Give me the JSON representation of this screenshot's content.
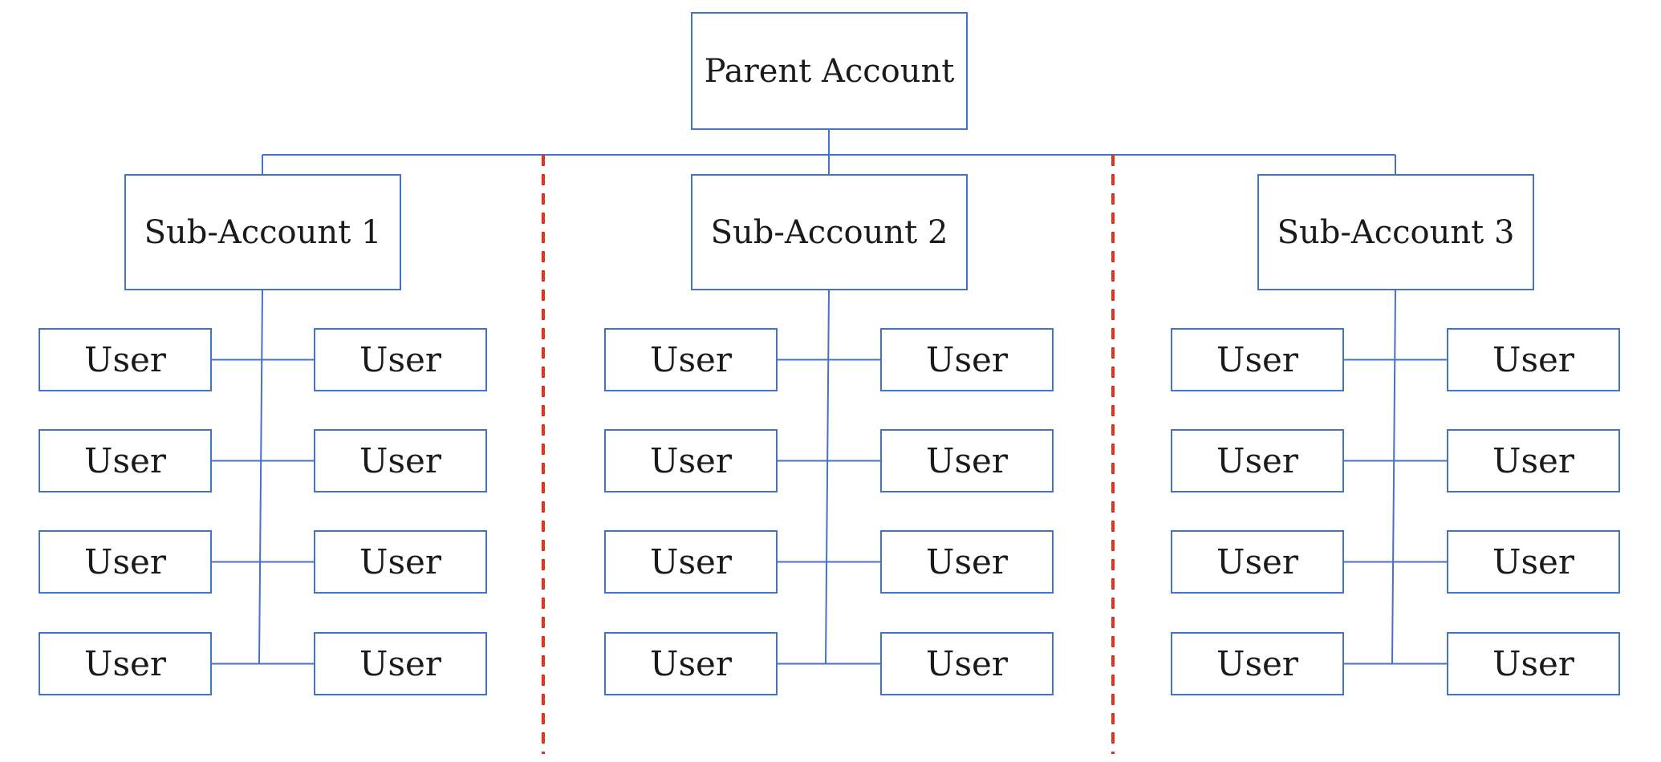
{
  "parent": {
    "label": "Parent Account"
  },
  "sub_accounts": [
    {
      "label": "Sub-Account 1",
      "users": [
        "User",
        "User",
        "User",
        "User",
        "User",
        "User",
        "User",
        "User"
      ]
    },
    {
      "label": "Sub-Account 2",
      "users": [
        "User",
        "User",
        "User",
        "User",
        "User",
        "User",
        "User",
        "User"
      ]
    },
    {
      "label": "Sub-Account 3",
      "users": [
        "User",
        "User",
        "User",
        "User",
        "User",
        "User",
        "User",
        "User"
      ]
    }
  ],
  "colors": {
    "box_border": "#4472c4",
    "connector": "#4472c4",
    "divider": "#e0321e",
    "text": "#1a1a1a"
  }
}
